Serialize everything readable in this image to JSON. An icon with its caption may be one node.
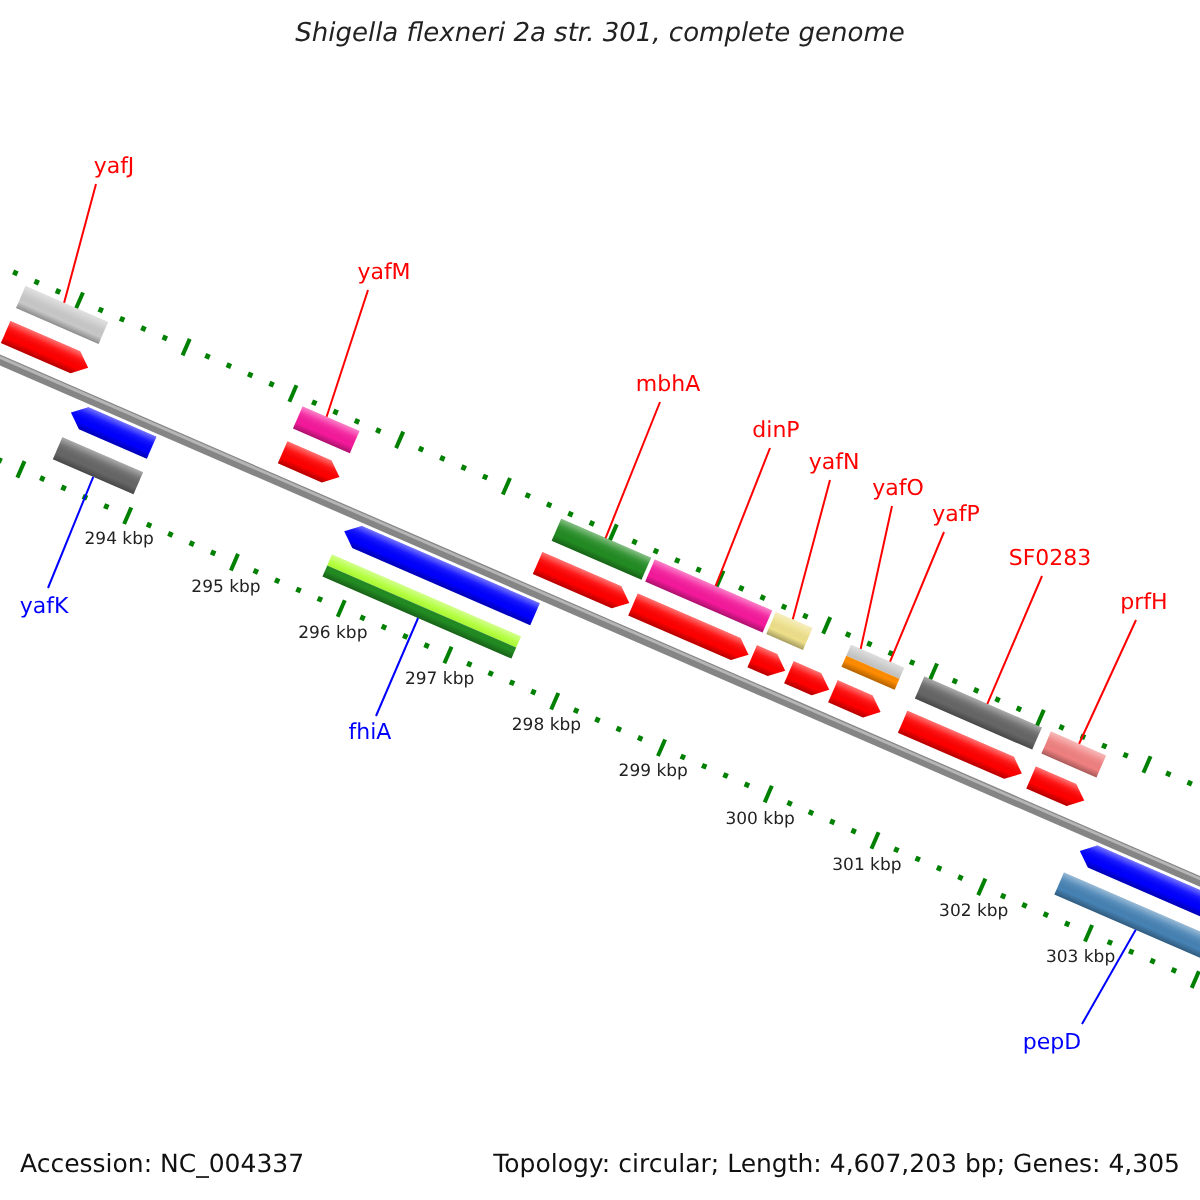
{
  "diagram": {
    "title": "Shigella flexneri 2a str. 301, complete genome",
    "nodes": [
      {
        "text": [
          "yafJ"
        ]
      },
      {
        "text": [
          "yafM"
        ]
      },
      {
        "text": [
          "mbhA"
        ]
      },
      {
        "text": [
          "dinP"
        ]
      },
      {
        "text": [
          "yafN"
        ]
      },
      {
        "text": [
          "yafO"
        ]
      },
      {
        "text": [
          "yafP"
        ]
      },
      {
        "text": [
          "SF0283"
        ]
      },
      {
        "text": [
          "prfH"
        ]
      },
      {
        "text": [
          "yafK"
        ]
      },
      {
        "text": [
          "fhiA"
        ]
      },
      {
        "text": [
          "pepD"
        ]
      },
      {
        "text": [],
        "shape": "bar"
      },
      {
        "text": [],
        "shape": "bar"
      },
      {
        "text": [],
        "shape": "bar"
      },
      {
        "text": [],
        "shape": "bar"
      },
      {
        "text": [],
        "shape": "bar"
      },
      {
        "text": [],
        "shape": "bar"
      },
      {
        "text": [],
        "shape": "bar"
      },
      {
        "text": [],
        "shape": "bar"
      },
      {
        "text": [],
        "shape": "bar"
      },
      {
        "text": [],
        "shape": "bar"
      },
      {
        "text": [],
        "shape": "bar"
      },
      {
        "text": [],
        "shape": "arrow"
      },
      {
        "text": [],
        "shape": "arrow"
      },
      {
        "text": [],
        "shape": "arrow"
      },
      {
        "text": [],
        "shape": "arrow"
      },
      {
        "text": [],
        "shape": "arrow"
      },
      {
        "text": [],
        "shape": "arrow"
      },
      {
        "text": [],
        "shape": "arrow"
      },
      {
        "text": [],
        "shape": "arrow"
      },
      {
        "text": [],
        "shape": "arrow"
      },
      {
        "text": [],
        "shape": "arrow"
      },
      {
        "text": [],
        "shape": "arrow"
      },
      {
        "text": [],
        "shape": "arrow"
      }
    ],
    "edges": [
      {
        "from": 0,
        "to": 12,
        "arrow": "none"
      },
      {
        "from": 1,
        "to": 13,
        "arrow": "none"
      },
      {
        "from": 2,
        "to": 14,
        "arrow": "none"
      },
      {
        "from": 3,
        "to": 15,
        "arrow": "none"
      },
      {
        "from": 4,
        "to": 16,
        "arrow": "none"
      },
      {
        "from": 5,
        "to": 17,
        "arrow": "none"
      },
      {
        "from": 6,
        "to": 17,
        "arrow": "none"
      },
      {
        "from": 7,
        "to": 18,
        "arrow": "none"
      },
      {
        "from": 8,
        "to": 19,
        "arrow": "none"
      },
      {
        "from": 9,
        "to": 20,
        "arrow": "none",
        "color": "#0000ff"
      },
      {
        "from": 10,
        "to": 21,
        "arrow": "none",
        "color": "#0000ff"
      },
      {
        "from": 11,
        "to": 22,
        "arrow": "none",
        "color": "#0000ff"
      }
    ],
    "labels": [
      "294 kbp",
      "295 kbp",
      "296 kbp",
      "297 kbp",
      "298 kbp",
      "299 kbp",
      "300 kbp",
      "301 kbp",
      "302 kbp",
      "303 kbp",
      "Accession: NC_004337",
      "Topology: circular; Length: 4,607,203 bp; Genes: 4,305"
    ]
  }
}
